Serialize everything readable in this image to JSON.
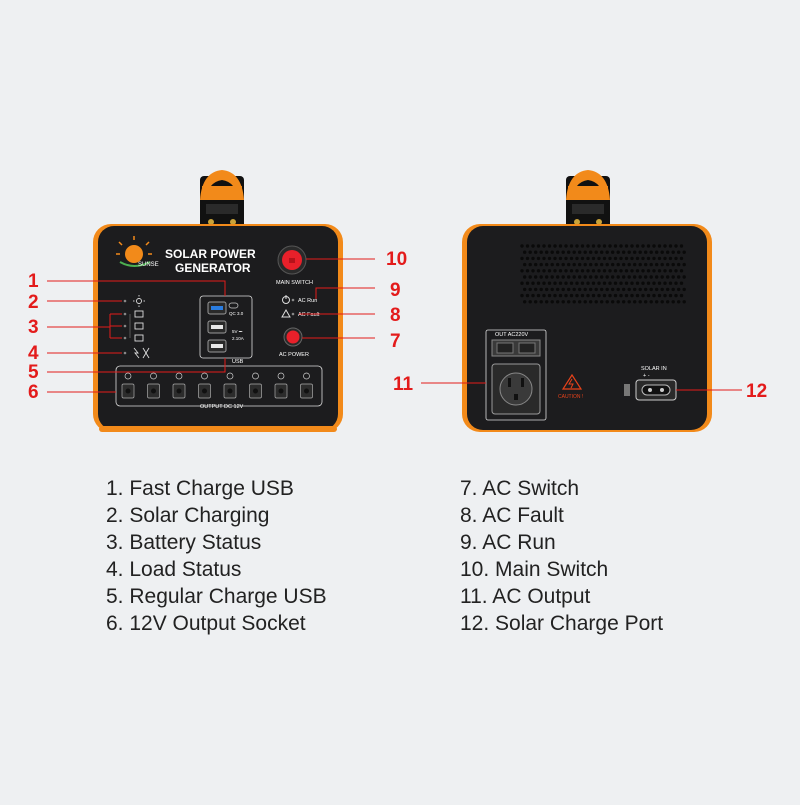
{
  "front_panel": {
    "brand_logo_text": "SUNSE",
    "title_line1": "SOLAR POWER",
    "title_line2": "GENERATOR",
    "main_switch_label": "MAIN SWITCH",
    "ac_run_label": "AC Run",
    "ac_fault_label": "AC Fault",
    "ac_power_label": "AC POWER",
    "qc_label": "QC 3.0",
    "usb_spec_label1": "5V ⎓",
    "usb_spec_label2": "2.10A",
    "usb_label": "USB",
    "output_dc_label": "OUTPUT DC 12V"
  },
  "back_panel": {
    "out_ac_label": "OUT AC220V",
    "caution_label": "CAUTION !",
    "solar_in_label": "SOLAR IN",
    "solar_polarity": "+    -"
  },
  "callouts": [
    "1",
    "2",
    "3",
    "4",
    "5",
    "6",
    "7",
    "8",
    "9",
    "10",
    "11",
    "12"
  ],
  "legend_left": [
    "1. Fast Charge USB",
    "2. Solar Charging",
    "3. Battery Status",
    "4. Load Status",
    "5. Regular Charge USB",
    "6. 12V Output Socket"
  ],
  "legend_right": [
    "7. AC Switch",
    "8. AC Fault",
    "9. AC Run",
    "10. Main Switch",
    "11. AC Output",
    "12. Solar Charge Port"
  ],
  "colors": {
    "background": "#eef0f2",
    "body": "#1c1c1e",
    "accent_orange": "#f28a1a",
    "callout_red": "#e31b1b",
    "switch_red": "#e8202a"
  }
}
